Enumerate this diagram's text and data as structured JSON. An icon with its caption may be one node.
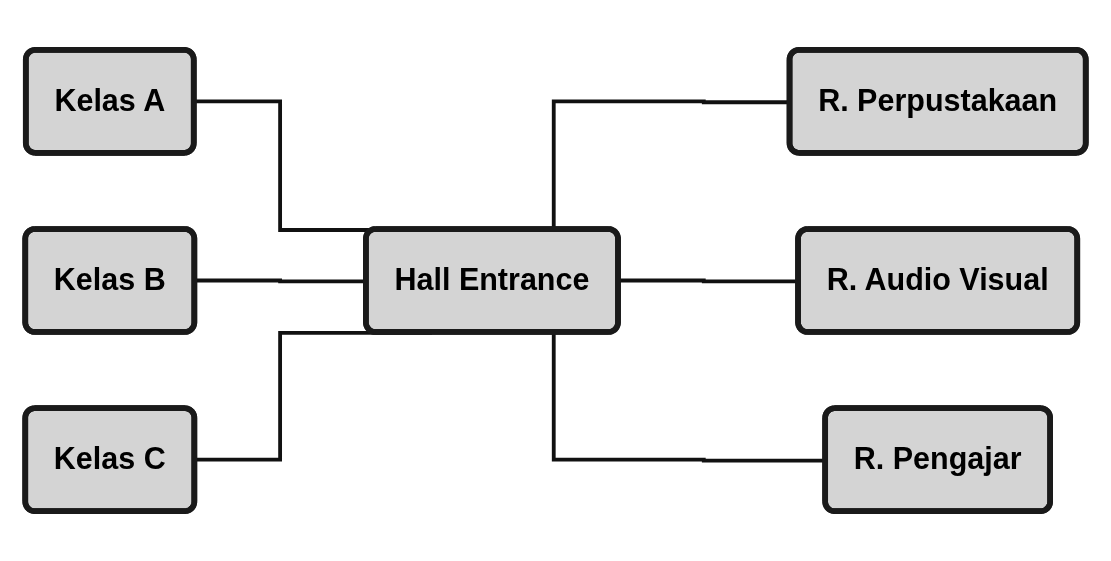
{
  "diagram": {
    "nodes": [
      {
        "text": [
          "Kelas A"
        ]
      },
      {
        "text": [
          "Kelas B"
        ]
      },
      {
        "text": [
          "Kelas C"
        ]
      },
      {
        "text": [
          "Hall Entrance"
        ]
      },
      {
        "text": [
          "R. Perpustakaan"
        ]
      },
      {
        "text": [
          "R. Audio Visual"
        ]
      },
      {
        "text": [
          "R. Pengajar"
        ]
      }
    ],
    "edges": [
      {
        "from": 0,
        "to": 3,
        "arrow": "none"
      },
      {
        "from": 1,
        "to": 3,
        "arrow": "none"
      },
      {
        "from": 2,
        "to": 3,
        "arrow": "none"
      },
      {
        "from": 3,
        "to": 4,
        "arrow": "none"
      },
      {
        "from": 3,
        "to": 5,
        "arrow": "none"
      },
      {
        "from": 3,
        "to": 6,
        "arrow": "none"
      }
    ]
  }
}
